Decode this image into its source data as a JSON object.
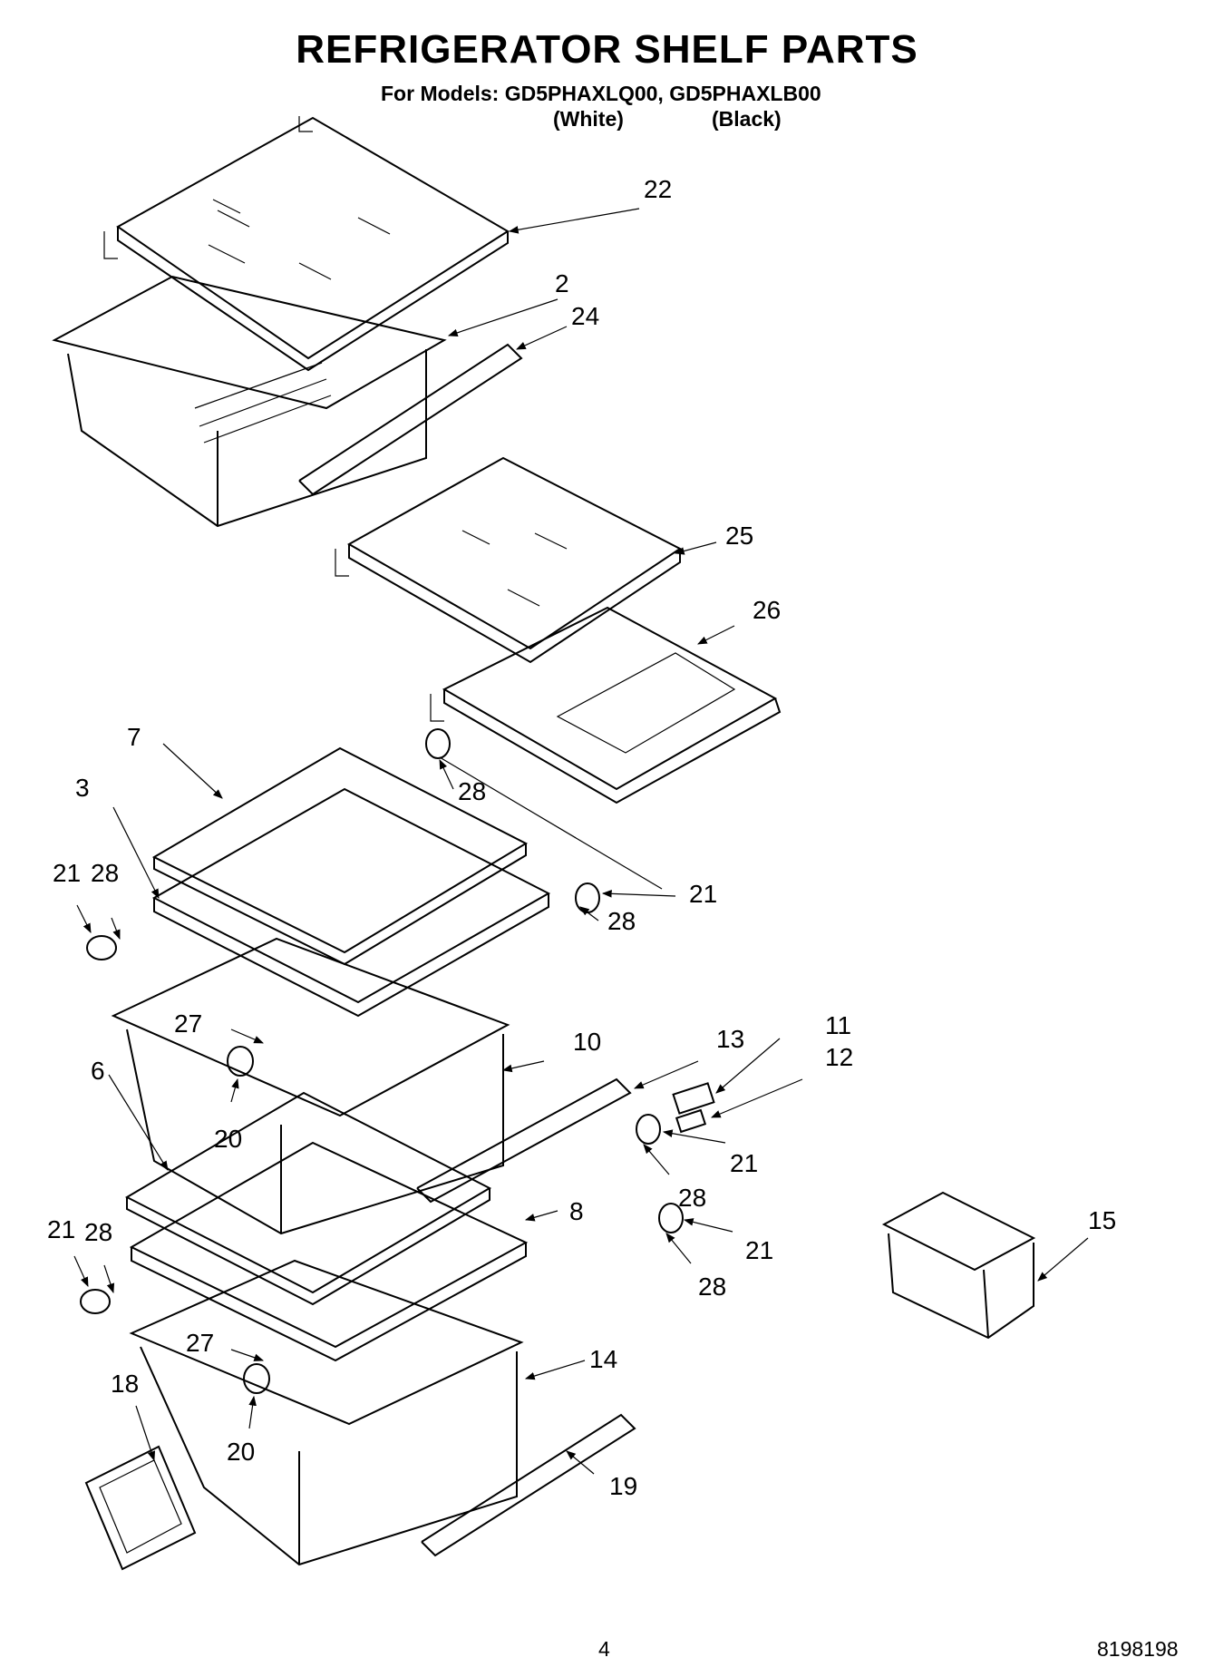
{
  "header": {
    "title": "REFRIGERATOR SHELF PARTS",
    "models_line": "For Models: GD5PHAXLQ00, GD5PHAXLB00",
    "variant_white": "(White)",
    "variant_black": "(Black)"
  },
  "callouts": [
    "22",
    "2",
    "24",
    "25",
    "26",
    "7",
    "28",
    "3",
    "21",
    "28",
    "21",
    "28",
    "27",
    "10",
    "13",
    "11",
    "12",
    "6",
    "20",
    "21",
    "28",
    "21",
    "28",
    "8",
    "21",
    "15",
    "28",
    "27",
    "14",
    "18",
    "20",
    "19"
  ],
  "footer": {
    "page_number": "4",
    "doc_number": "8198198"
  }
}
